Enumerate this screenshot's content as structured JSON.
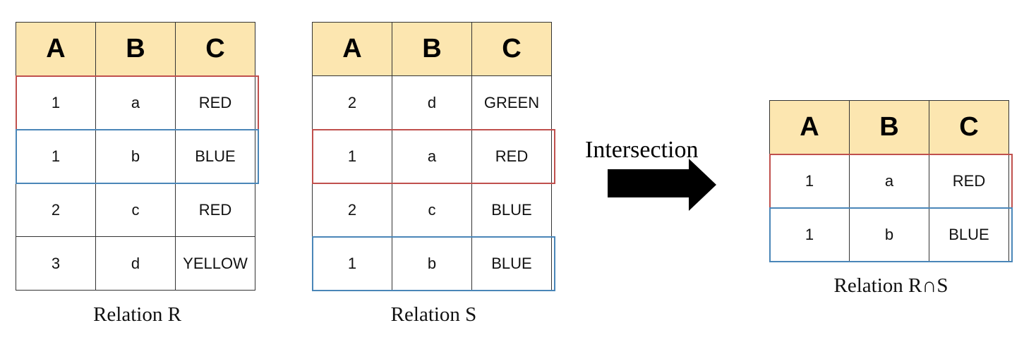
{
  "colors": {
    "header_bg": "#fce6b0",
    "match_red": "#c0504d",
    "match_blue": "#4a86b8",
    "arrow": "#000000"
  },
  "columns": [
    "A",
    "B",
    "C"
  ],
  "relation_r": {
    "caption": "Relation R",
    "rows": [
      [
        "1",
        "a",
        "RED"
      ],
      [
        "1",
        "b",
        "BLUE"
      ],
      [
        "2",
        "c",
        "RED"
      ],
      [
        "3",
        "d",
        "YELLOW"
      ]
    ],
    "highlights": [
      {
        "row": 0,
        "color": "red"
      },
      {
        "row": 1,
        "color": "blue"
      }
    ]
  },
  "relation_s": {
    "caption": "Relation S",
    "rows": [
      [
        "2",
        "d",
        "GREEN"
      ],
      [
        "1",
        "a",
        "RED"
      ],
      [
        "2",
        "c",
        "BLUE"
      ],
      [
        "1",
        "b",
        "BLUE"
      ]
    ],
    "highlights": [
      {
        "row": 1,
        "color": "red"
      },
      {
        "row": 3,
        "color": "blue"
      }
    ]
  },
  "operation": {
    "label": "Intersection",
    "icon": "right-arrow-icon"
  },
  "relation_result": {
    "caption": "Relation R∩S",
    "rows": [
      [
        "1",
        "a",
        "RED"
      ],
      [
        "1",
        "b",
        "BLUE"
      ]
    ],
    "highlights": [
      {
        "row": 0,
        "color": "red"
      },
      {
        "row": 1,
        "color": "blue"
      }
    ]
  }
}
